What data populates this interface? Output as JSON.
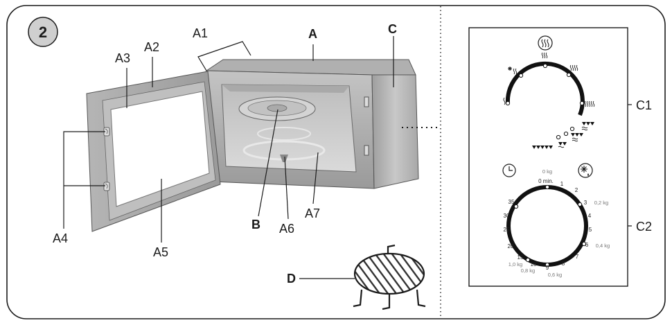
{
  "figure": {
    "number": "2"
  },
  "labels": {
    "A": "A",
    "A1": "A1",
    "A2": "A2",
    "A3": "A3",
    "A4": "A4",
    "A5": "A5",
    "A6": "A6",
    "A7": "A7",
    "B": "B",
    "C": "C",
    "C1": "C1",
    "C2": "C2",
    "D": "D"
  },
  "timer_dial": {
    "minutes": [
      "0 min.",
      "1",
      "2",
      "3",
      "4",
      "5",
      "6",
      "7",
      "8",
      "9",
      "10",
      "15",
      "20",
      "25",
      "30",
      "35"
    ],
    "weights": [
      "0 kg",
      "0,2 kg",
      "0,4 kg",
      "0,6 kg",
      "0,8 kg",
      "1,0 kg"
    ]
  }
}
